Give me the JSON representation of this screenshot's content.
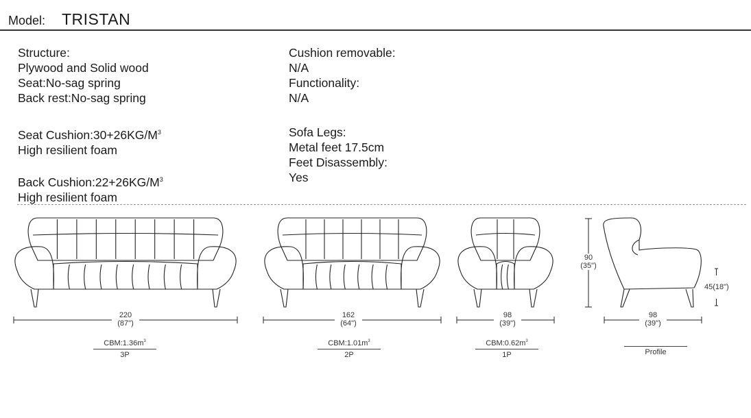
{
  "header": {
    "model_label": "Model:",
    "model_name": "TRISTAN"
  },
  "specs_left": {
    "structure_title": "Structure:",
    "structure_1": "Plywood and Solid wood",
    "structure_2": "Seat:No-sag spring",
    "structure_3": "Back rest:No-sag spring",
    "seat_cushion": "Seat Cushion:30+26KG/M",
    "seat_cushion_sup": "3",
    "seat_cushion_foam": "High resilient foam",
    "back_cushion": "Back Cushion:22+26KG/M",
    "back_cushion_sup": "3",
    "back_cushion_foam": "High resilient foam"
  },
  "specs_right": {
    "cushion_title": "Cushion removable:",
    "cushion_value": "N/A",
    "functionality_title": "Functionality:",
    "functionality_value": "N/A",
    "legs_title": "Sofa Legs:",
    "legs_value": "Metal feet 17.5cm",
    "disassembly_title": "Feet Disassembly:",
    "disassembly_value": "Yes"
  },
  "views": [
    {
      "width_cm": "220",
      "width_in": "(87\")",
      "cbm": "CBM:1.36m",
      "cbm_sup": "3",
      "label": "3P"
    },
    {
      "width_cm": "162",
      "width_in": "(64\")",
      "cbm": "CBM:1.01m",
      "cbm_sup": "3",
      "label": "2P"
    },
    {
      "width_cm": "98",
      "width_in": "(39\")",
      "cbm": "CBM:0.62m",
      "cbm_sup": "3",
      "label": "1P"
    },
    {
      "width_cm": "98",
      "width_in": "(39\")",
      "label": "Profile"
    }
  ],
  "profile": {
    "height_cm": "90",
    "height_in": "(35\")",
    "seat_height": "45(18\")"
  }
}
